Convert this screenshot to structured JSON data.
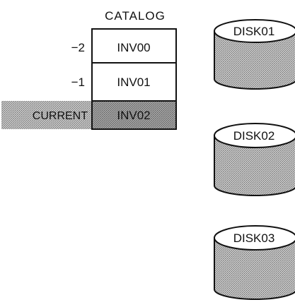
{
  "catalog": {
    "title": "CATALOG",
    "rows": [
      {
        "generation_label": "−2",
        "entry": "INV00",
        "highlighted": false
      },
      {
        "generation_label": "−1",
        "entry": "INV01",
        "highlighted": false
      },
      {
        "generation_label": "CURRENT",
        "entry": "INV02",
        "highlighted": true
      }
    ]
  },
  "disks": [
    {
      "label": "DISK01"
    },
    {
      "label": "DISK02"
    },
    {
      "label": "DISK03"
    }
  ],
  "colors": {
    "outline": "#111111",
    "shade": "#a8a8a8",
    "shade_dark": "#9a9a9a",
    "background": "#ffffff"
  }
}
